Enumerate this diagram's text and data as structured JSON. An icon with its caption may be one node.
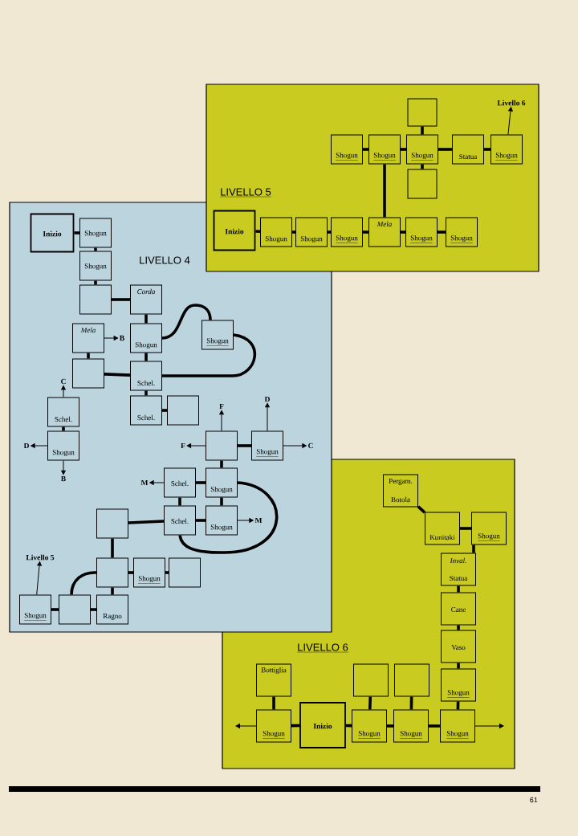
{
  "diagram": {
    "nodes": [
      {
        "text": [
          "LIVELLO 5"
        ]
      },
      {
        "text": [
          "Livello 6"
        ],
        "in": 0
      },
      {
        "text": [],
        "shape": "box",
        "in": 0
      },
      {
        "text": [
          "Shogun"
        ],
        "in": 0
      },
      {
        "text": [
          "Shogun"
        ],
        "in": 0
      },
      {
        "text": [
          "Shogun"
        ],
        "in": 0
      },
      {
        "text": [
          "Statua"
        ],
        "in": 0
      },
      {
        "text": [
          "Shogun"
        ],
        "in": 0
      },
      {
        "text": [],
        "shape": "box",
        "in": 0
      },
      {
        "text": [
          "Inizio"
        ]
      },
      {
        "text": [
          "Shogun"
        ]
      },
      {
        "text": [
          "Shogun"
        ]
      },
      {
        "text": [
          "Shogun"
        ],
        "in": 0
      },
      {
        "text": [
          "Mela"
        ],
        "in": 0
      },
      {
        "text": [
          "Shogun"
        ],
        "in": 0
      },
      {
        "text": [
          "Shogun"
        ],
        "in": 0
      },
      {
        "text": [
          "LIVELLO 4"
        ]
      },
      {
        "text": [
          "Inizio"
        ],
        "in": 16
      },
      {
        "text": [
          "Shogun"
        ],
        "in": 16
      },
      {
        "text": [
          "Shogun"
        ],
        "in": 16
      },
      {
        "text": [],
        "shape": "box",
        "in": 16
      },
      {
        "text": [
          "Corda"
        ],
        "in": 16
      },
      {
        "text": [
          "Mela"
        ],
        "in": 16
      },
      {
        "text": [
          "B"
        ],
        "in": 16
      },
      {
        "text": [
          "Shogun"
        ],
        "in": 16
      },
      {
        "text": [
          "Shogun"
        ],
        "in": 16
      },
      {
        "text": [],
        "shape": "box",
        "in": 16
      },
      {
        "text": [
          "Schel."
        ],
        "in": 16
      },
      {
        "text": [
          "C"
        ],
        "in": 16
      },
      {
        "text": [
          "Schel."
        ],
        "in": 16
      },
      {
        "text": [],
        "shape": "box",
        "in": 16
      },
      {
        "text": [
          "D"
        ],
        "in": 16
      },
      {
        "text": [
          "F"
        ],
        "in": 16
      },
      {
        "text": [
          "Schel."
        ],
        "in": 16
      },
      {
        "text": [
          "D"
        ],
        "in": 16
      },
      {
        "text": [
          "F"
        ],
        "in": 16
      },
      {
        "text": [],
        "shape": "box",
        "in": 16
      },
      {
        "text": [
          "Shogun"
        ],
        "in": 16
      },
      {
        "text": [
          "C"
        ],
        "in": 16
      },
      {
        "text": [
          "Shogun"
        ],
        "in": 16
      },
      {
        "text": [
          "B"
        ],
        "in": 16
      },
      {
        "text": [
          "M"
        ],
        "in": 16
      },
      {
        "text": [
          "Schel."
        ],
        "in": 16
      },
      {
        "text": [
          "Shogun"
        ],
        "in": 16
      },
      {
        "text": [
          "Schel."
        ],
        "in": 16
      },
      {
        "text": [
          "Shogun"
        ],
        "in": 16
      },
      {
        "text": [
          "M"
        ]
      },
      {
        "text": [],
        "shape": "box",
        "in": 16
      },
      {
        "text": [
          "Livello 5"
        ],
        "in": 16
      },
      {
        "text": [],
        "shape": "box",
        "in": 16
      },
      {
        "text": [
          "Shogun"
        ],
        "in": 16
      },
      {
        "text": [],
        "shape": "box",
        "in": 16
      },
      {
        "text": [
          "Shogun"
        ],
        "in": 16
      },
      {
        "text": [],
        "shape": "box",
        "in": 16
      },
      {
        "text": [
          "Ragno"
        ],
        "in": 16
      },
      {
        "text": [
          "LIVELLO 6"
        ]
      },
      {
        "text": [
          "Pergam.",
          "Botola"
        ],
        "in": 55
      },
      {
        "text": [
          "Kunitaki"
        ],
        "in": 55
      },
      {
        "text": [
          "Shogun"
        ],
        "in": 55
      },
      {
        "text": [
          "Inval.",
          "Statua"
        ],
        "in": 55
      },
      {
        "text": [
          "Cane"
        ],
        "in": 55
      },
      {
        "text": [
          "Vaso"
        ],
        "in": 55
      },
      {
        "text": [
          "Bottiglia"
        ],
        "in": 55
      },
      {
        "text": [],
        "shape": "box",
        "in": 55
      },
      {
        "text": [],
        "shape": "box",
        "in": 55
      },
      {
        "text": [
          "Shogun"
        ],
        "in": 55
      },
      {
        "text": [
          "Shogun"
        ],
        "in": 55
      },
      {
        "text": [
          "Inizio"
        ],
        "in": 55
      },
      {
        "text": [
          "Shogun"
        ],
        "in": 55
      },
      {
        "text": [
          "Shogun"
        ],
        "in": 55
      },
      {
        "text": [
          "Shogun"
        ],
        "in": 55
      }
    ],
    "edges": [
      {
        "from": 9,
        "to": 10,
        "arrow": "none"
      },
      {
        "from": 10,
        "to": 11,
        "arrow": "none"
      },
      {
        "from": 11,
        "to": 12,
        "arrow": "none"
      },
      {
        "from": 12,
        "to": 13,
        "arrow": "none"
      },
      {
        "from": 13,
        "to": 14,
        "arrow": "none"
      },
      {
        "from": 14,
        "to": 15,
        "arrow": "none"
      },
      {
        "from": 13,
        "to": 4,
        "arrow": "none"
      },
      {
        "from": 3,
        "to": 4,
        "arrow": "none"
      },
      {
        "from": 4,
        "to": 5,
        "arrow": "none"
      },
      {
        "from": 5,
        "to": 6,
        "arrow": "none"
      },
      {
        "from": 6,
        "to": 7,
        "arrow": "none"
      },
      {
        "from": 5,
        "to": 2,
        "arrow": "none"
      },
      {
        "from": 5,
        "to": 8,
        "arrow": "none"
      },
      {
        "from": 7,
        "to": 1,
        "arrow": "to"
      },
      {
        "from": 17,
        "to": 18,
        "arrow": "none"
      },
      {
        "from": 18,
        "to": 19,
        "arrow": "none"
      },
      {
        "from": 19,
        "to": 20,
        "arrow": "none"
      },
      {
        "from": 20,
        "to": 21,
        "arrow": "none"
      },
      {
        "from": 21,
        "to": 24,
        "arrow": "none"
      },
      {
        "from": 24,
        "to": 27,
        "arrow": "none"
      },
      {
        "from": 27,
        "to": 29,
        "arrow": "none"
      },
      {
        "from": 29,
        "to": 30,
        "arrow": "none"
      },
      {
        "from": 22,
        "to": 26,
        "arrow": "none"
      },
      {
        "from": 26,
        "to": 27,
        "arrow": "none"
      },
      {
        "from": 22,
        "to": 23,
        "arrow": "to"
      },
      {
        "from": 24,
        "to": 25,
        "arrow": "none"
      },
      {
        "from": 25,
        "to": 27,
        "arrow": "none"
      },
      {
        "from": 33,
        "to": 28,
        "arrow": "to"
      },
      {
        "from": 33,
        "to": 39,
        "arrow": "none"
      },
      {
        "from": 39,
        "to": 34,
        "arrow": "to"
      },
      {
        "from": 39,
        "to": 40,
        "arrow": "to"
      },
      {
        "from": 36,
        "to": 32,
        "arrow": "to"
      },
      {
        "from": 36,
        "to": 35,
        "arrow": "to"
      },
      {
        "from": 36,
        "to": 37,
        "arrow": "none"
      },
      {
        "from": 37,
        "to": 31,
        "arrow": "to"
      },
      {
        "from": 37,
        "to": 38,
        "arrow": "to"
      },
      {
        "from": 36,
        "to": 43,
        "arrow": "none"
      },
      {
        "from": 42,
        "to": 43,
        "arrow": "none"
      },
      {
        "from": 42,
        "to": 44,
        "arrow": "none"
      },
      {
        "from": 43,
        "to": 45,
        "arrow": "none"
      },
      {
        "from": 44,
        "to": 45,
        "arrow": "none"
      },
      {
        "from": 42,
        "to": 41,
        "arrow": "to"
      },
      {
        "from": 45,
        "to": 46,
        "arrow": "to"
      },
      {
        "from": 43,
        "to": 44,
        "arrow": "none"
      },
      {
        "from": 47,
        "to": 44,
        "arrow": "none"
      },
      {
        "from": 47,
        "to": 49,
        "arrow": "none"
      },
      {
        "from": 49,
        "to": 50,
        "arrow": "none"
      },
      {
        "from": 50,
        "to": 51,
        "arrow": "none"
      },
      {
        "from": 49,
        "to": 54,
        "arrow": "none"
      },
      {
        "from": 52,
        "to": 53,
        "arrow": "none"
      },
      {
        "from": 53,
        "to": 54,
        "arrow": "none"
      },
      {
        "from": 53,
        "to": 49,
        "arrow": "none"
      },
      {
        "from": 52,
        "to": 48,
        "arrow": "to"
      },
      {
        "from": 56,
        "to": 57,
        "arrow": "none"
      },
      {
        "from": 57,
        "to": 58,
        "arrow": "none"
      },
      {
        "from": 58,
        "to": 59,
        "arrow": "none"
      },
      {
        "from": 59,
        "to": 60,
        "arrow": "none"
      },
      {
        "from": 60,
        "to": 61,
        "arrow": "none"
      },
      {
        "from": 61,
        "to": 65,
        "arrow": "none"
      },
      {
        "from": 65,
        "to": 70,
        "arrow": "none"
      },
      {
        "from": 70,
        "to": 69,
        "arrow": "none"
      },
      {
        "from": 69,
        "to": 68,
        "arrow": "none"
      },
      {
        "from": 68,
        "to": 67,
        "arrow": "none"
      },
      {
        "from": 67,
        "to": 66,
        "arrow": "none"
      },
      {
        "from": 66,
        "to": 62,
        "arrow": "none"
      },
      {
        "from": 68,
        "to": 63,
        "arrow": "none"
      },
      {
        "from": 69,
        "to": 64,
        "arrow": "none"
      },
      {
        "from": 66,
        "to": null,
        "arrow": "to"
      },
      {
        "from": 70,
        "to": null,
        "arrow": "to"
      }
    ],
    "labels": [
      "61"
    ]
  }
}
